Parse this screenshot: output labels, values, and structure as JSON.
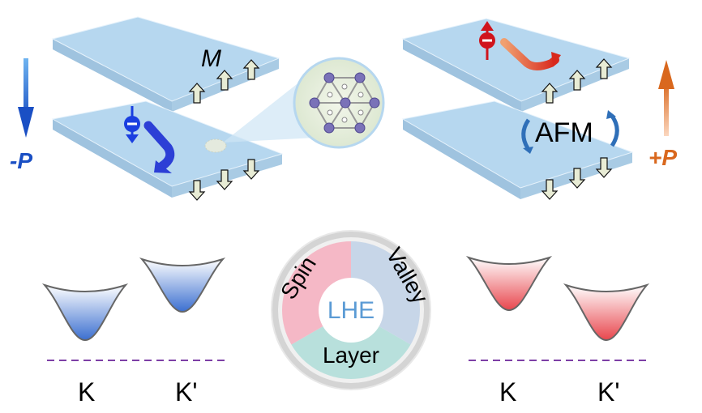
{
  "left_panel": {
    "polarization_label": "-P",
    "magnetization_label": "M",
    "valley_labels": [
      "K",
      "K'"
    ]
  },
  "right_panel": {
    "polarization_label": "+P",
    "coupling_label": "AFM",
    "valley_labels": [
      "K",
      "K'"
    ]
  },
  "center_wheel": {
    "center_label": "LHE",
    "segments": [
      "Spin",
      "Valley",
      "Layer"
    ]
  },
  "colors": {
    "negative_p": "#1a4fc4",
    "positive_p": "#d9681e",
    "slab": "#b4d5ee",
    "spin": "#f5b8c6",
    "valley": "#c7d6e8",
    "layer": "#b8e0dc",
    "lhe_text": "#5b9bd5",
    "dashed": "#7d3fa6"
  }
}
